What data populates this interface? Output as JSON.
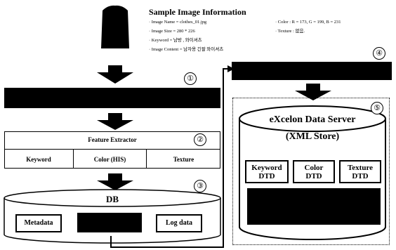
{
  "sample": {
    "title": "Sample Image Information",
    "lines": [
      "· Image Name = clothes_01.jpg",
      "· Image Size = 280 * 226",
      "· Keyword = 남방 , 와이셔츠",
      "· Image Content = 남자용 긴팔 와이셔츠"
    ],
    "color_line": "· Color : R = 173, G = 199, B = 231",
    "texture_line": "· Texture : 없음."
  },
  "steps": [
    "①",
    "②",
    "③",
    "④",
    "⑤"
  ],
  "feature_extractor": {
    "title": "Feature Extractor",
    "cells": [
      "Keyword",
      "Color (HIS)",
      "Texture"
    ]
  },
  "db": {
    "title": "DB",
    "items": [
      "Metadata",
      "Log data"
    ]
  },
  "server": {
    "title": "eXcelon Data Server",
    "subtitle": "(XML Store)",
    "dtds": [
      {
        "top": "Keyword",
        "bottom": "DTD"
      },
      {
        "top": "Color",
        "bottom": "DTD"
      },
      {
        "top": "Texture",
        "bottom": "DTD"
      }
    ]
  }
}
